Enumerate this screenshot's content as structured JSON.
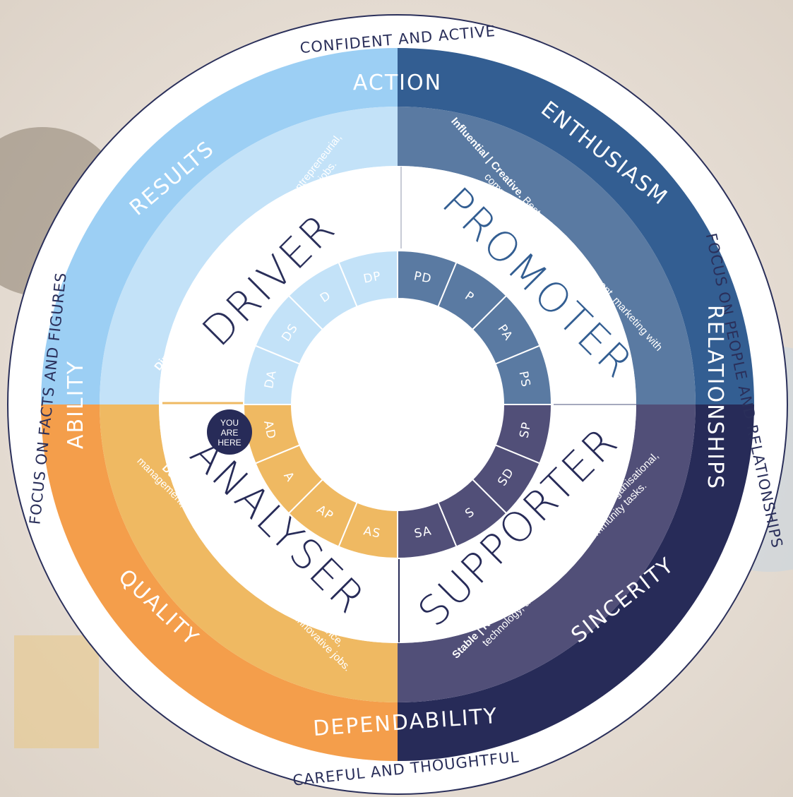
{
  "outer_labels": {
    "top": "CONFIDENT AND ACTIVE",
    "bottom": "CAREFUL AND THOUGHTFUL",
    "left": "FOCUS ON FACTS AND FIGURES",
    "right": "FOCUS ON PEOPLE AND RELATIONSHIPS"
  },
  "band_labels": {
    "action": "ACTION",
    "results": "RESULTS",
    "ability": "ABILITY",
    "enthusiasm": "ENTHUSIASM",
    "relationships": "RELATIONSHIPS",
    "quality": "QUALITY",
    "dependability": "DEPENDABILITY",
    "sincerity": "SINCERITY"
  },
  "quadrants": {
    "driver": {
      "name": "DRIVER",
      "desc_bold": "Direct | Decisive.",
      "desc_line1": " Best suited to management, entrepreneurial,",
      "desc_line2": "detail-oriented innovative disruptive challenging jobs.",
      "segments": [
        "DA",
        "DS",
        "D",
        "DP"
      ]
    },
    "promoter": {
      "name": "PROMOTER",
      "desc_bold": "Influential | Creative.",
      "desc_line1": " Best suited to management, marketing with",
      "desc_line2": "communication and inspirational ideas.",
      "segments": [
        "PD",
        "P",
        "PA",
        "PS"
      ]
    },
    "supporter": {
      "name": "SUPPORTER",
      "desc_bold": "Stable | Reliable.",
      "desc_line1": " Best suited to services with organisational,",
      "desc_line2": "technology, administrative and community tasks.",
      "segments": [
        "SP",
        "SD",
        "S",
        "SA"
      ]
    },
    "analyser": {
      "name": "ANALYSER",
      "desc_bold": "Detailed | Factual.",
      "desc_line1": " Problem solvers suited to finance,",
      "desc_line2": "management, health, sciences, technology and innovative jobs.",
      "segments": [
        "AS",
        "AP",
        "A",
        "AD"
      ]
    }
  },
  "marker": {
    "line1": "YOU",
    "line2": "ARE",
    "line3": "HERE"
  },
  "colors": {
    "driver_band": "#9ccff4",
    "driver_inner": "#c3e2f8",
    "promoter_band": "#335e92",
    "promoter_inner": "#5a7aa2",
    "supporter_band": "#272b58",
    "supporter_inner": "#514f78",
    "analyser_band": "#f49e4b",
    "analyser_inner": "#efb962",
    "text_dark": "#2a2f5a",
    "marker": "#272b58"
  }
}
